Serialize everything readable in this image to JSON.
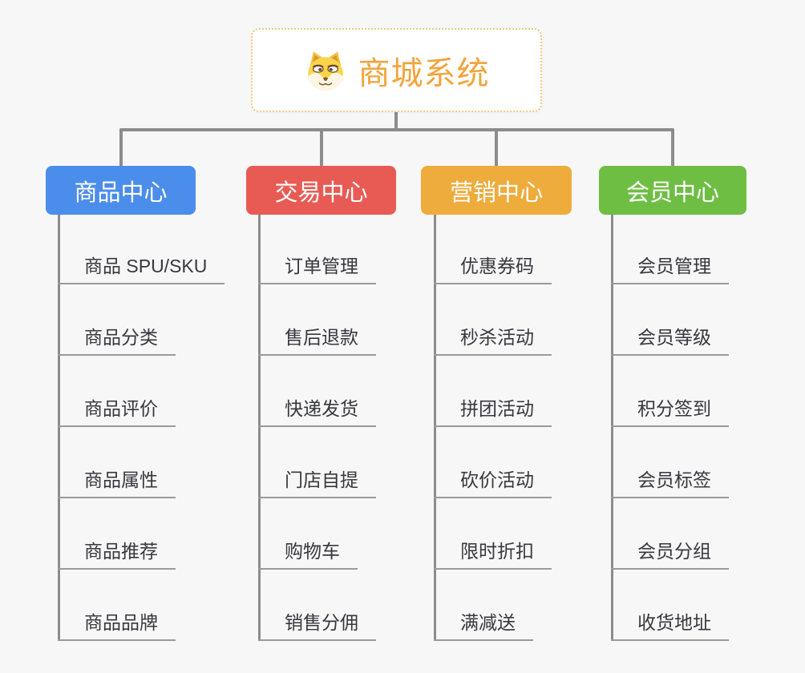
{
  "root": {
    "title": "商城系统",
    "icon": "shiba-dog-icon",
    "accent_color": "#F2A43C",
    "border_color": "#F6C77A"
  },
  "style": {
    "background": "#F7F7F7",
    "connector_color": "#8C8C8C",
    "leaf_underline_color": "#9A9A9A",
    "leaf_text_color": "#37373F"
  },
  "branches": [
    {
      "label": "商品中心",
      "color": "#4B8DEA",
      "items": [
        "商品 SPU/SKU",
        "商品分类",
        "商品评价",
        "商品属性",
        "商品推荐",
        "商品品牌"
      ]
    },
    {
      "label": "交易中心",
      "color": "#E85B55",
      "items": [
        "订单管理",
        "售后退款",
        "快递发货",
        "门店自提",
        "购物车",
        "销售分佣"
      ]
    },
    {
      "label": "营销中心",
      "color": "#EEAC3D",
      "items": [
        "优惠券码",
        "秒杀活动",
        "拼团活动",
        "砍价活动",
        "限时折扣",
        "满减送"
      ]
    },
    {
      "label": "会员中心",
      "color": "#6FBE44",
      "items": [
        "会员管理",
        "会员等级",
        "积分签到",
        "会员标签",
        "会员分组",
        "收货地址"
      ]
    }
  ]
}
